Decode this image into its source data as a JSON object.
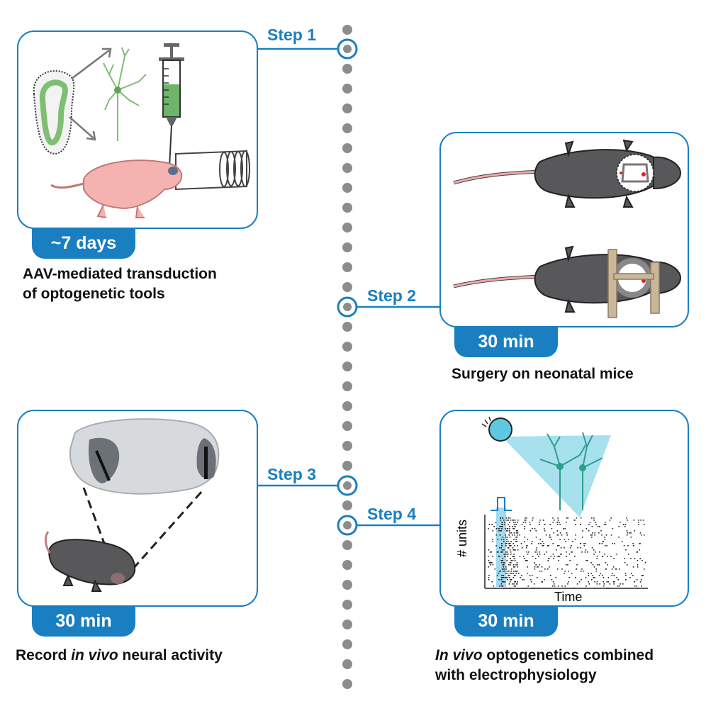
{
  "steps": {
    "step1": "Step 1",
    "step2": "Step 2",
    "step3": "Step 3",
    "step4": "Step 4"
  },
  "durations": {
    "d1": "~7 days",
    "d2": "30 min",
    "d3": "30 min",
    "d4": "30 min"
  },
  "captions": {
    "c1_line1": "AAV-mediated transduction",
    "c1_line2": "of optogenetic tools",
    "c2": "Surgery on neonatal mice",
    "c3_pre": "Record ",
    "c3_em": "in vivo",
    "c3_post": " neural activity",
    "c4_em": "In vivo",
    "c4_line1_post": " optogenetics combined",
    "c4_line2": "with electrophysiology"
  },
  "raster": {
    "ylabel": "# units",
    "xlabel": "Time"
  },
  "colors": {
    "accent": "#1a7fc1",
    "timeline_dot": "#8c8c8c",
    "mouse_dark": "#58585a",
    "pup_pink": "#f4b3b0",
    "neuron_green": "#7fbf73",
    "light_blue": "#5ec8e0"
  }
}
